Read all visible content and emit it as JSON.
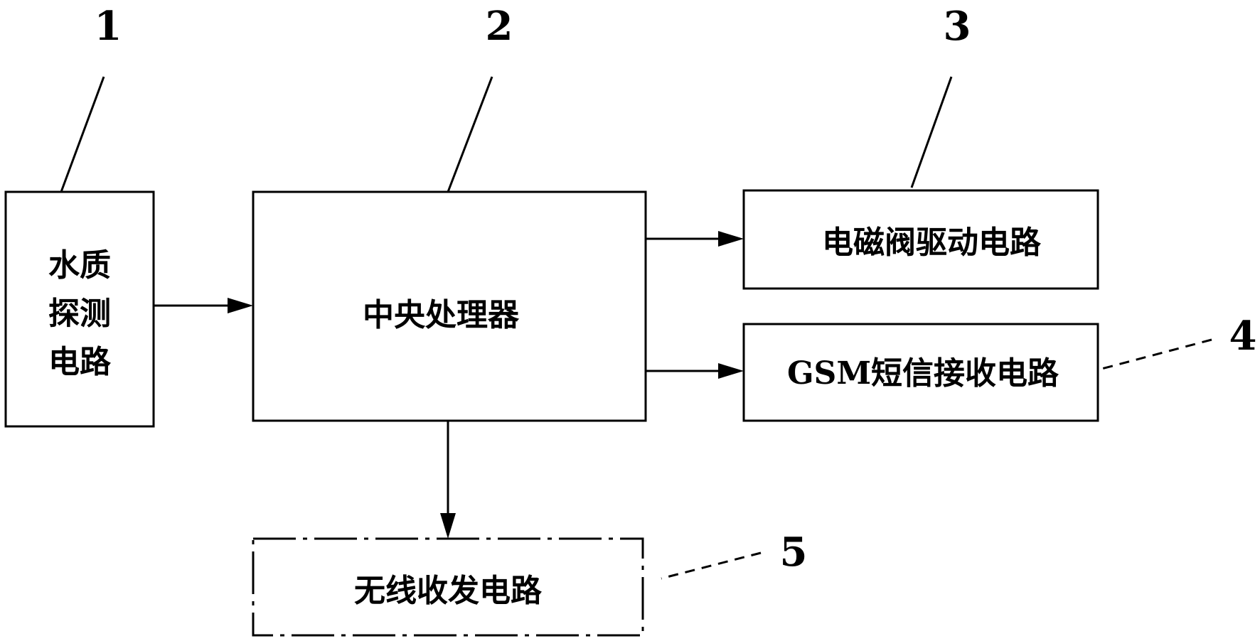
{
  "blocks": {
    "water_quality": {
      "number": "1",
      "lines": [
        "水质",
        "探测",
        "电路"
      ]
    },
    "cpu": {
      "number": "2",
      "label": "中央处理器"
    },
    "valve_driver": {
      "number": "3",
      "label": "电磁阀驱动电路"
    },
    "gsm_receiver": {
      "number": "4",
      "label": "GSM短信接收电路"
    },
    "wireless": {
      "number": "5",
      "label": "无线收发电路"
    }
  },
  "colors": {
    "stroke": "#000000",
    "background": "#ffffff"
  }
}
